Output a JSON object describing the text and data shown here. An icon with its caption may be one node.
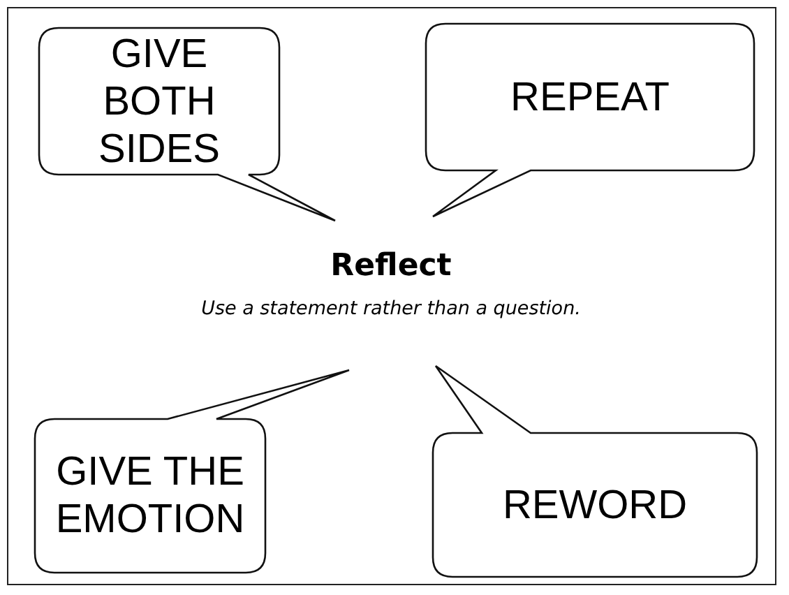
{
  "diagram": {
    "nodes": [
      {
        "text": [
          "GIVE BOTH SIDES"
        ]
      },
      {
        "text": [
          "REPEAT"
        ]
      },
      {
        "text": [
          "Reflect",
          "Use a statement rather than a question."
        ]
      },
      {
        "text": [
          "GIVE THE EMOTION"
        ]
      },
      {
        "text": [
          "REWORD"
        ]
      }
    ]
  }
}
